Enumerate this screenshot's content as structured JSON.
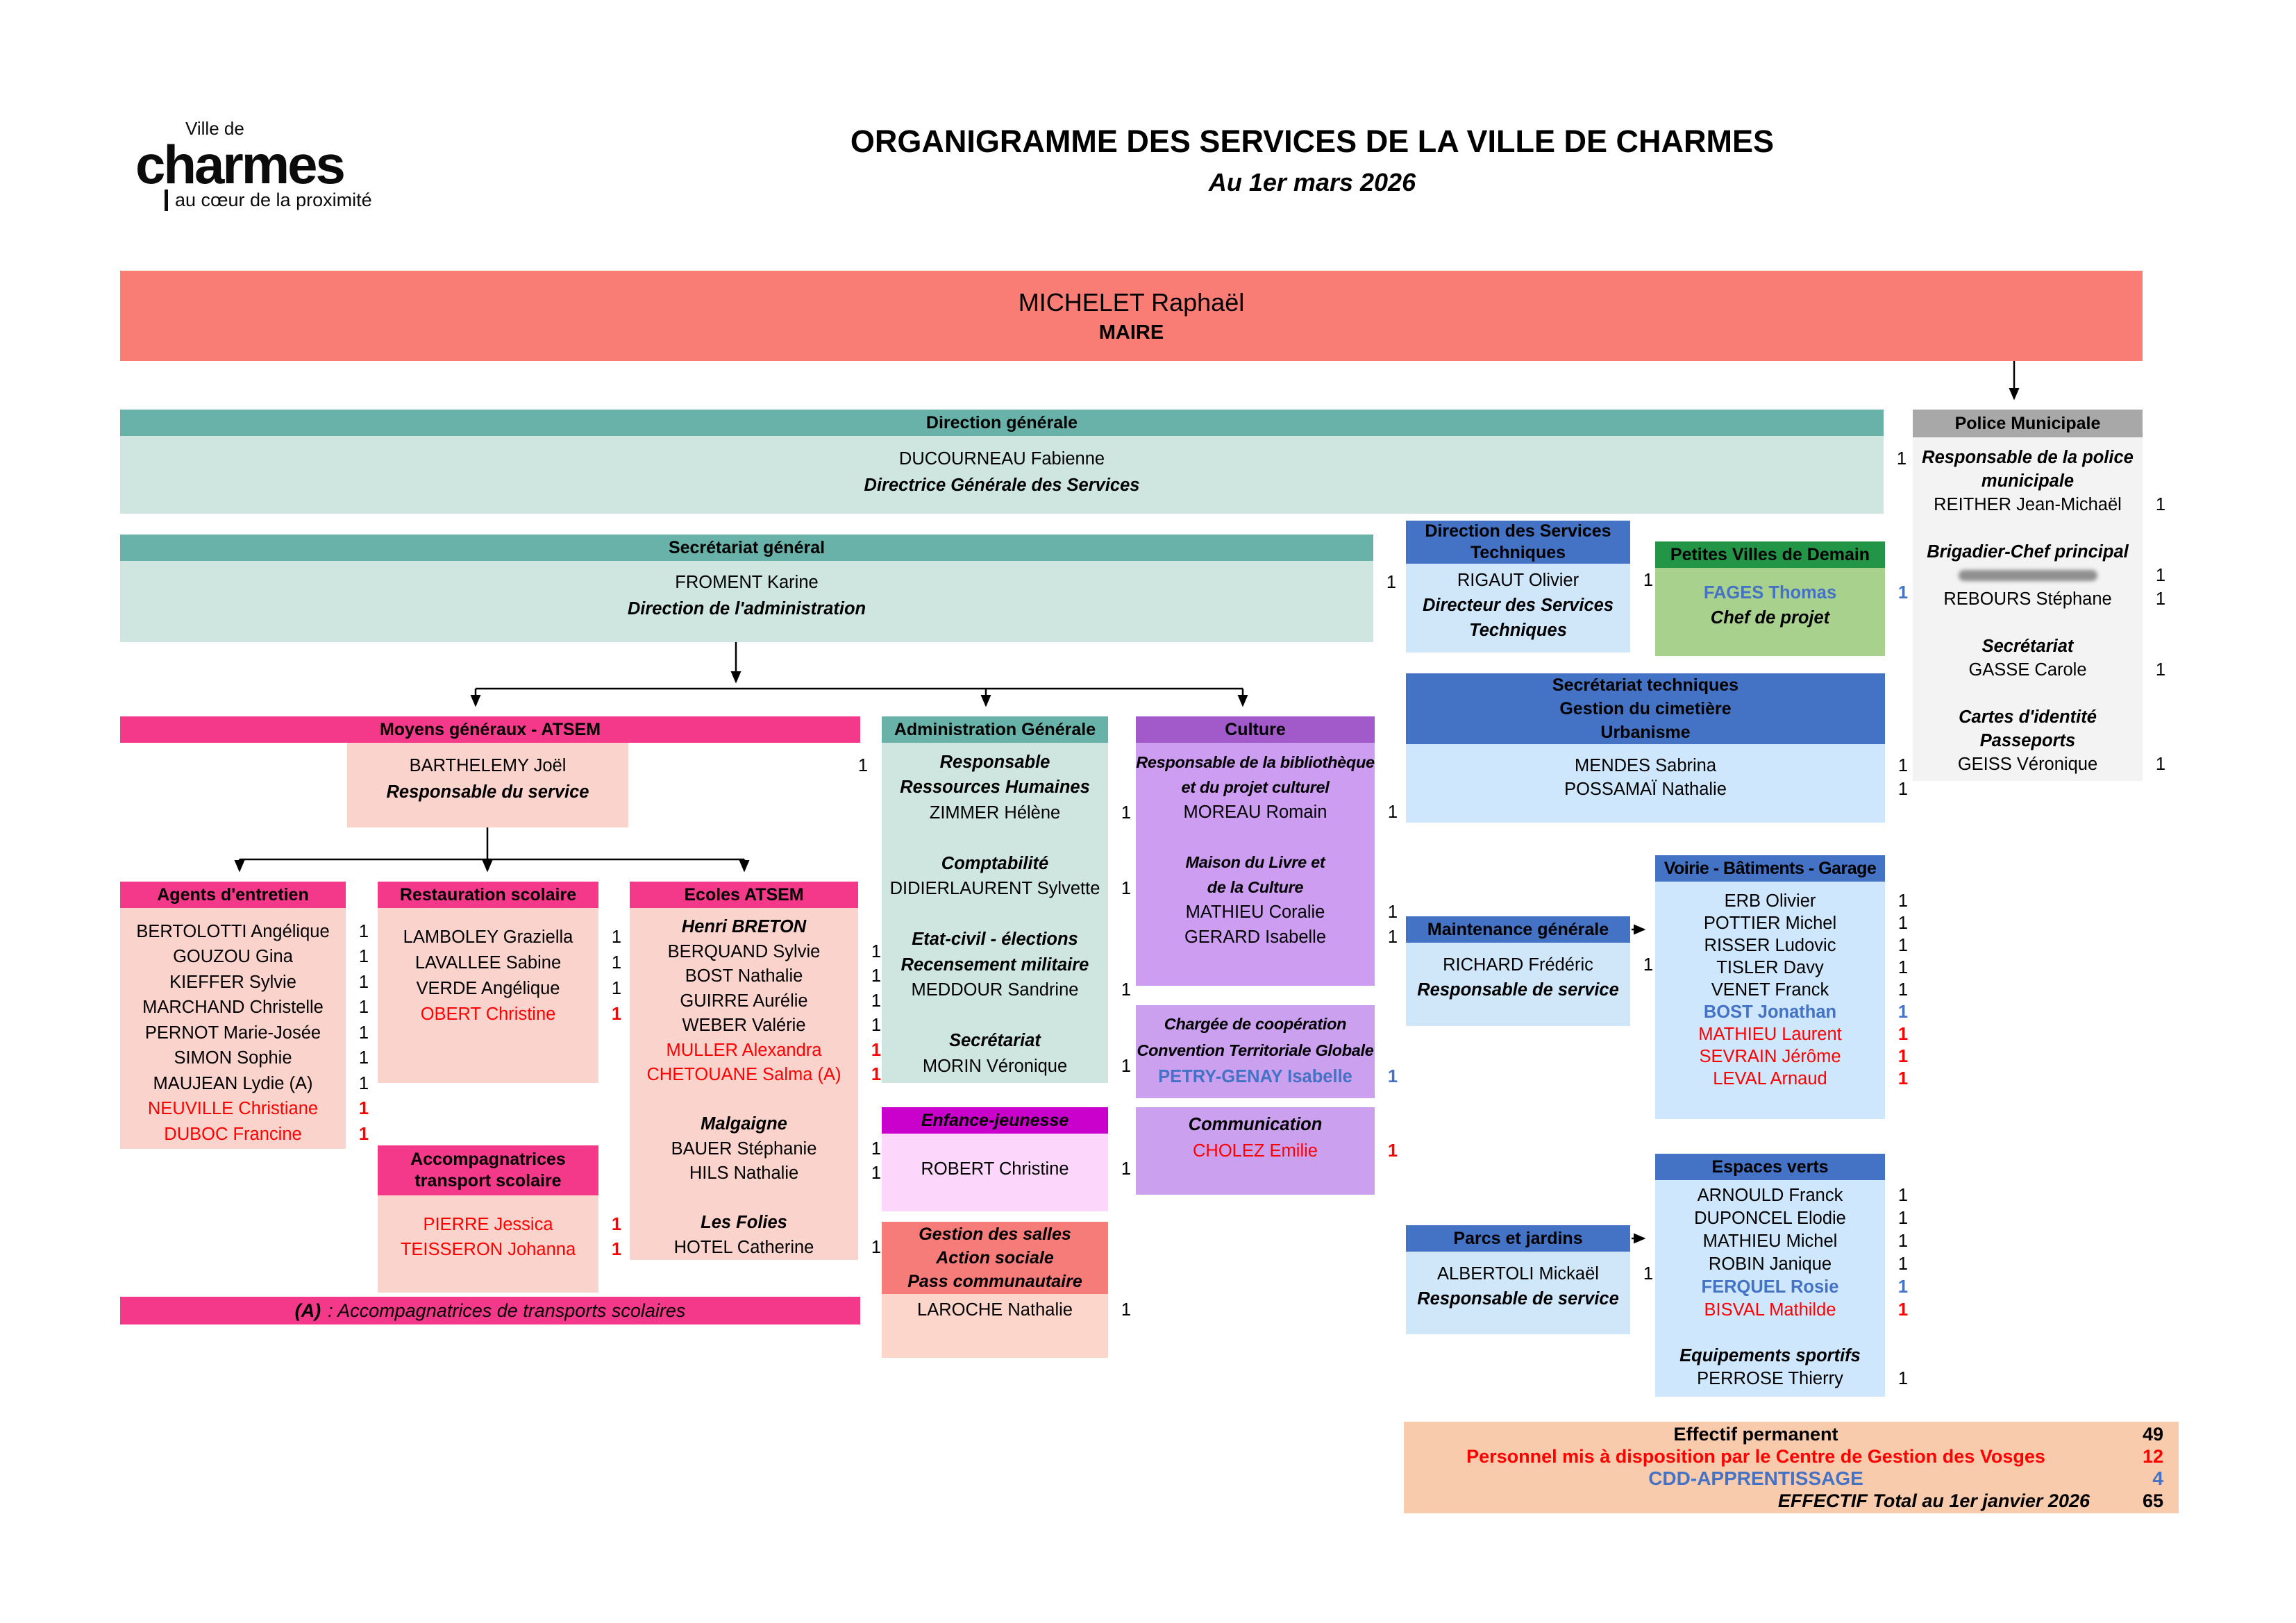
{
  "palette": {
    "maire_banner": "#f97d74",
    "teal_header": "#69b2aa",
    "teal_body": "#cee6df",
    "pink_header": "#f4398b",
    "pink_body": "#fbd3cd",
    "magenta_header": "#ca00cc",
    "purple_header": "#a259ca",
    "purple_body": "#cd9df2",
    "blue_header": "#4472c4",
    "blue_body": "#cfe7fc",
    "green_header": "#229646",
    "green_body": "#a9d18e",
    "police_header": "#a8a8a8",
    "police_body": "#f3f3f3",
    "legend_bg": "#f8cbad",
    "red_text": "#ff0000",
    "blue_text": "#4472c4"
  },
  "logo": {
    "line1": "Ville de",
    "line2": "charmes",
    "line3": "au cœur de la proximité"
  },
  "title": {
    "line1": "ORGANIGRAMME DES SERVICES DE LA VILLE DE CHARMES",
    "line2": "Au 1er mars 2026"
  },
  "maire": {
    "name": "MICHELET Raphaël",
    "role": "MAIRE"
  },
  "direction_generale": {
    "header": "Direction générale",
    "rows": [
      {
        "kind": "person",
        "text": "DUCOURNEAU Fabienne",
        "count": "1"
      },
      {
        "kind": "role",
        "text": "Directrice Générale des Services"
      }
    ]
  },
  "secretariat_general": {
    "header": "Secrétariat général",
    "rows": [
      {
        "kind": "person",
        "text": "FROMENT Karine",
        "count": "1"
      },
      {
        "kind": "role",
        "text": "Direction de l'administration"
      }
    ]
  },
  "dst": {
    "header_lines": [
      "Direction des Services",
      "Techniques"
    ],
    "rows": [
      {
        "kind": "person",
        "text": "RIGAUT Olivier",
        "count": "1"
      },
      {
        "kind": "role",
        "text": "Directeur des Services"
      },
      {
        "kind": "role",
        "text": "Techniques"
      }
    ]
  },
  "pvd": {
    "header": "Petites Villes de Demain",
    "rows": [
      {
        "kind": "person",
        "variant": "blue",
        "text": "FAGES Thomas",
        "count": "1"
      },
      {
        "kind": "role",
        "text": "Chef de projet"
      }
    ]
  },
  "police": {
    "header": "Police Municipale",
    "rows": [
      {
        "kind": "role",
        "text": "Responsable de la police"
      },
      {
        "kind": "role",
        "text": "municipale"
      },
      {
        "kind": "person",
        "text": "REITHER Jean-Michaël",
        "count": "1"
      },
      {
        "kind": "gap"
      },
      {
        "kind": "role",
        "text": "Brigadier-Chef principal"
      },
      {
        "kind": "redacted",
        "count": "1"
      },
      {
        "kind": "person",
        "text": "REBOURS Stéphane",
        "count": "1"
      },
      {
        "kind": "gap"
      },
      {
        "kind": "role",
        "text": "Secrétariat"
      },
      {
        "kind": "person",
        "text": "GASSE Carole",
        "count": "1"
      },
      {
        "kind": "gap"
      },
      {
        "kind": "role",
        "text": "Cartes d'identité"
      },
      {
        "kind": "role",
        "text": "Passeports"
      },
      {
        "kind": "person",
        "text": "GEISS Véronique",
        "count": "1"
      }
    ]
  },
  "sec_tech": {
    "header_lines": [
      "Secrétariat techniques",
      "Gestion du cimetière",
      "Urbanisme"
    ],
    "rows": [
      {
        "kind": "person",
        "text": "MENDES Sabrina",
        "count": "1"
      },
      {
        "kind": "person",
        "text": "POSSAMAÏ Nathalie",
        "count": "1"
      }
    ]
  },
  "moyens": {
    "header": "Moyens généraux - ATSEM",
    "responsable_rows": [
      {
        "kind": "person",
        "text": "BARTHELEMY Joël",
        "count": "1"
      },
      {
        "kind": "role",
        "text": "Responsable du service"
      }
    ]
  },
  "agents": {
    "header": "Agents d'entretien",
    "rows": [
      {
        "kind": "person",
        "text": "BERTOLOTTI Angélique",
        "count": "1"
      },
      {
        "kind": "person",
        "text": "GOUZOU Gina",
        "count": "1"
      },
      {
        "kind": "person",
        "text": "KIEFFER Sylvie",
        "count": "1"
      },
      {
        "kind": "person",
        "text": "MARCHAND Christelle",
        "count": "1"
      },
      {
        "kind": "person",
        "text": "PERNOT Marie-Josée",
        "count": "1"
      },
      {
        "kind": "person",
        "text": "SIMON Sophie",
        "count": "1"
      },
      {
        "kind": "person",
        "text": "MAUJEAN Lydie (A)",
        "count": "1"
      },
      {
        "kind": "person",
        "variant": "red",
        "text": "NEUVILLE Christiane",
        "count": "1"
      },
      {
        "kind": "person",
        "variant": "red",
        "text": "DUBOC Francine",
        "count": "1"
      }
    ]
  },
  "restauration": {
    "header": "Restauration scolaire",
    "rows": [
      {
        "kind": "person",
        "text": "LAMBOLEY Graziella",
        "count": "1"
      },
      {
        "kind": "person",
        "text": "LAVALLEE Sabine",
        "count": "1"
      },
      {
        "kind": "person",
        "text": "VERDE Angélique",
        "count": "1"
      },
      {
        "kind": "person",
        "variant": "red",
        "text": "OBERT Christine",
        "count": "1"
      }
    ]
  },
  "ecoles": {
    "header": "Ecoles ATSEM",
    "rows": [
      {
        "kind": "role",
        "text": "Henri BRETON"
      },
      {
        "kind": "person",
        "text": "BERQUAND Sylvie",
        "count": "1"
      },
      {
        "kind": "person",
        "text": "BOST Nathalie",
        "count": "1"
      },
      {
        "kind": "person",
        "text": "GUIRRE Aurélie",
        "count": "1"
      },
      {
        "kind": "person",
        "text": "WEBER Valérie",
        "count": "1"
      },
      {
        "kind": "person",
        "variant": "red",
        "text": "MULLER Alexandra",
        "count": "1"
      },
      {
        "kind": "person",
        "variant": "red",
        "text": "CHETOUANE Salma (A)",
        "count": "1"
      },
      {
        "kind": "gap"
      },
      {
        "kind": "role",
        "text": "Malgaigne"
      },
      {
        "kind": "person",
        "text": "BAUER Stéphanie",
        "count": "1"
      },
      {
        "kind": "person",
        "text": "HILS Nathalie",
        "count": "1"
      },
      {
        "kind": "gap"
      },
      {
        "kind": "role",
        "text": "Les Folies"
      },
      {
        "kind": "person",
        "text": "HOTEL Catherine",
        "count": "1"
      }
    ]
  },
  "accompagnatrices": {
    "header_lines": [
      "Accompagnatrices",
      "transport scolaire"
    ],
    "rows": [
      {
        "kind": "person",
        "variant": "red",
        "text": "PIERRE Jessica",
        "count": "1"
      },
      {
        "kind": "person",
        "variant": "red",
        "text": "TEISSERON Johanna",
        "count": "1"
      }
    ]
  },
  "footnote": {
    "prefix": "(A)",
    "text": ": Accompagnatrices de transports scolaires"
  },
  "admin": {
    "header": "Administration Générale",
    "rows": [
      {
        "kind": "role",
        "text": "Responsable"
      },
      {
        "kind": "role",
        "text": "Ressources Humaines"
      },
      {
        "kind": "person",
        "text": "ZIMMER Hélène",
        "count": "1"
      },
      {
        "kind": "gap"
      },
      {
        "kind": "role",
        "text": "Comptabilité"
      },
      {
        "kind": "person",
        "text": "DIDIERLAURENT Sylvette",
        "count": "1"
      },
      {
        "kind": "gap"
      },
      {
        "kind": "role",
        "text": "Etat-civil - élections"
      },
      {
        "kind": "role",
        "text": "Recensement militaire"
      },
      {
        "kind": "person",
        "text": "MEDDOUR Sandrine",
        "count": "1"
      },
      {
        "kind": "gap"
      },
      {
        "kind": "role",
        "text": "Secrétariat"
      },
      {
        "kind": "person",
        "text": "MORIN Véronique",
        "count": "1"
      }
    ]
  },
  "enfance": {
    "header": "Enfance-jeunesse",
    "rows": [
      {
        "kind": "person",
        "text": "ROBERT Christine",
        "count": "1"
      }
    ]
  },
  "salles": {
    "header_lines": [
      "Gestion des salles",
      "Action sociale",
      "Pass communautaire"
    ],
    "rows": [
      {
        "kind": "person",
        "text": "LAROCHE Nathalie",
        "count": "1"
      }
    ]
  },
  "culture": {
    "header": "Culture",
    "rows": [
      {
        "kind": "role",
        "text": "Responsable de la bibliothèque"
      },
      {
        "kind": "role",
        "text": "et du projet culturel"
      },
      {
        "kind": "person",
        "text": "MOREAU Romain",
        "count": "1"
      },
      {
        "kind": "gap"
      },
      {
        "kind": "role",
        "text": "Maison du Livre et"
      },
      {
        "kind": "role",
        "text": "de la Culture"
      },
      {
        "kind": "person",
        "text": "MATHIEU Coralie",
        "count": "1"
      },
      {
        "kind": "person",
        "text": "GERARD Isabelle",
        "count": "1"
      }
    ]
  },
  "chargee": {
    "rows": [
      {
        "kind": "role",
        "text": "Chargée de coopération"
      },
      {
        "kind": "role",
        "text": "Convention Territoriale Globale"
      },
      {
        "kind": "person",
        "variant": "blue",
        "text": "PETRY-GENAY Isabelle",
        "count": "1"
      }
    ]
  },
  "communication": {
    "rows": [
      {
        "kind": "role",
        "text": "Communication"
      },
      {
        "kind": "person",
        "variant": "red",
        "text": "CHOLEZ Emilie",
        "count": "1"
      }
    ]
  },
  "maintenance": {
    "header": "Maintenance générale",
    "rows": [
      {
        "kind": "person",
        "text": "RICHARD Frédéric",
        "count": "1"
      },
      {
        "kind": "role",
        "text": "Responsable de service"
      }
    ]
  },
  "voirie": {
    "header": "Voirie - Bâtiments - Garage",
    "rows": [
      {
        "kind": "person",
        "text": "ERB Olivier",
        "count": "1"
      },
      {
        "kind": "person",
        "text": "POTTIER Michel",
        "count": "1"
      },
      {
        "kind": "person",
        "text": "RISSER Ludovic",
        "count": "1"
      },
      {
        "kind": "person",
        "text": "TISLER Davy",
        "count": "1"
      },
      {
        "kind": "person",
        "text": "VENET Franck",
        "count": "1"
      },
      {
        "kind": "person",
        "variant": "blue",
        "text": "BOST Jonathan",
        "count": "1"
      },
      {
        "kind": "person",
        "variant": "red",
        "text": "MATHIEU Laurent",
        "count": "1"
      },
      {
        "kind": "person",
        "variant": "red",
        "text": "SEVRAIN Jérôme",
        "count": "1"
      },
      {
        "kind": "person",
        "variant": "red",
        "text": "LEVAL Arnaud",
        "count": "1"
      }
    ]
  },
  "espaces": {
    "header": "Espaces verts",
    "rows": [
      {
        "kind": "person",
        "text": "ARNOULD Franck",
        "count": "1"
      },
      {
        "kind": "person",
        "text": "DUPONCEL Elodie",
        "count": "1"
      },
      {
        "kind": "person",
        "text": "MATHIEU Michel",
        "count": "1"
      },
      {
        "kind": "person",
        "text": "ROBIN Janique",
        "count": "1"
      },
      {
        "kind": "person",
        "variant": "blue",
        "text": "FERQUEL Rosie",
        "count": "1"
      },
      {
        "kind": "person",
        "variant": "red",
        "text": "BISVAL Mathilde",
        "count": "1"
      },
      {
        "kind": "gap"
      },
      {
        "kind": "role",
        "text": "Equipements sportifs"
      },
      {
        "kind": "person",
        "text": "PERROSE Thierry",
        "count": "1"
      }
    ]
  },
  "parcs": {
    "header": "Parcs et jardins",
    "rows": [
      {
        "kind": "person",
        "text": "ALBERTOLI Mickaël",
        "count": "1"
      },
      {
        "kind": "role",
        "text": "Responsable de service"
      }
    ]
  },
  "legend": {
    "rows": [
      {
        "text": "Effectif permanent",
        "value": "49"
      },
      {
        "text": "Personnel mis à disposition par le Centre de Gestion des Vosges",
        "value": "12",
        "variant": "red"
      },
      {
        "text": "CDD-APPRENTISSAGE",
        "value": "4",
        "variant": "blue"
      },
      {
        "text": "EFFECTIF Total au 1er janvier 2026",
        "value": "65",
        "variant": "total"
      }
    ]
  }
}
